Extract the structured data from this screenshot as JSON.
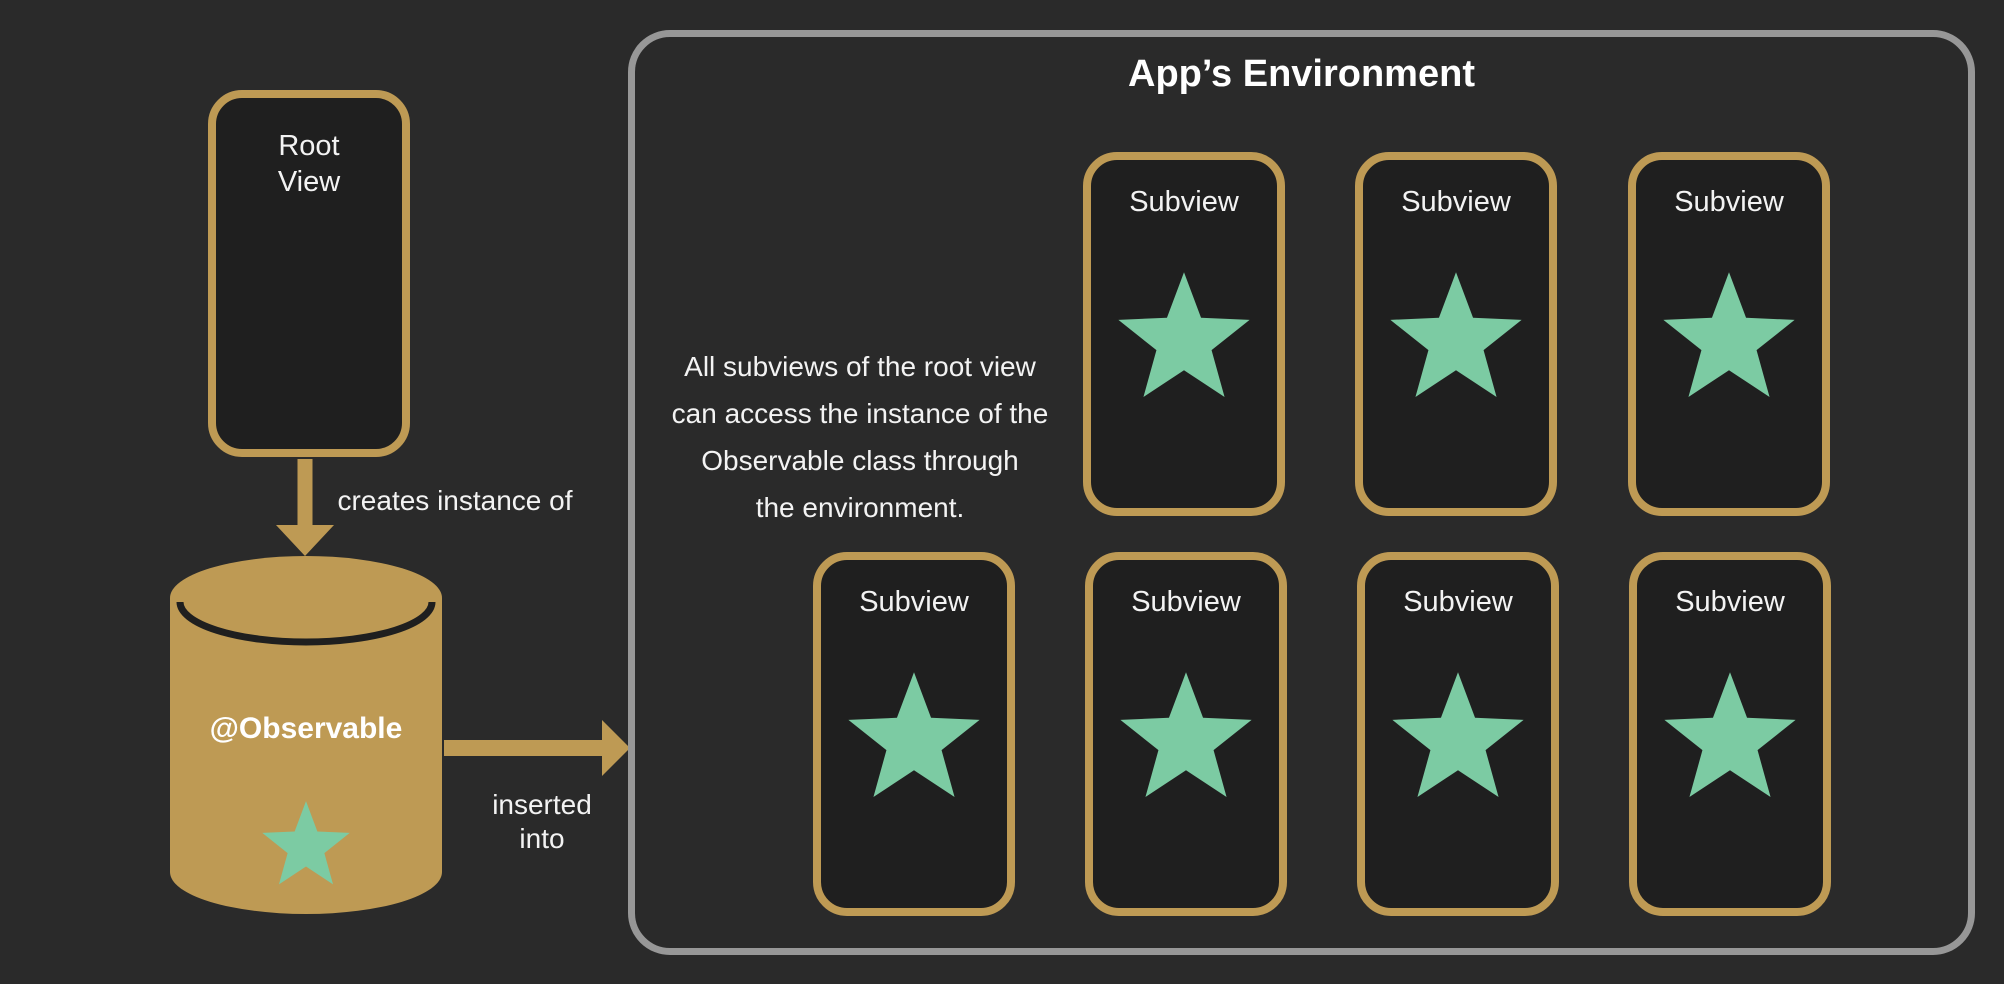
{
  "root_view": {
    "label": "Root\nView"
  },
  "observable": {
    "label": "@Observable"
  },
  "connectors": {
    "creates_label": "creates instance of",
    "inserted_label": "inserted\ninto"
  },
  "environment": {
    "title": "App’s Environment",
    "description": "All subviews of the root view\ncan access the instance of the\nObservable class through\nthe environment.",
    "subview_label": "Subview",
    "subview_count_top_row": 3,
    "subview_count_bottom_row": 4
  },
  "colors": {
    "bg": "#2a2a2a",
    "phone_bg": "#1f1f1f",
    "tan": "#be9a54",
    "teal": "#7ccba3",
    "border_gray": "#979797",
    "text": "#f3f3f3"
  }
}
